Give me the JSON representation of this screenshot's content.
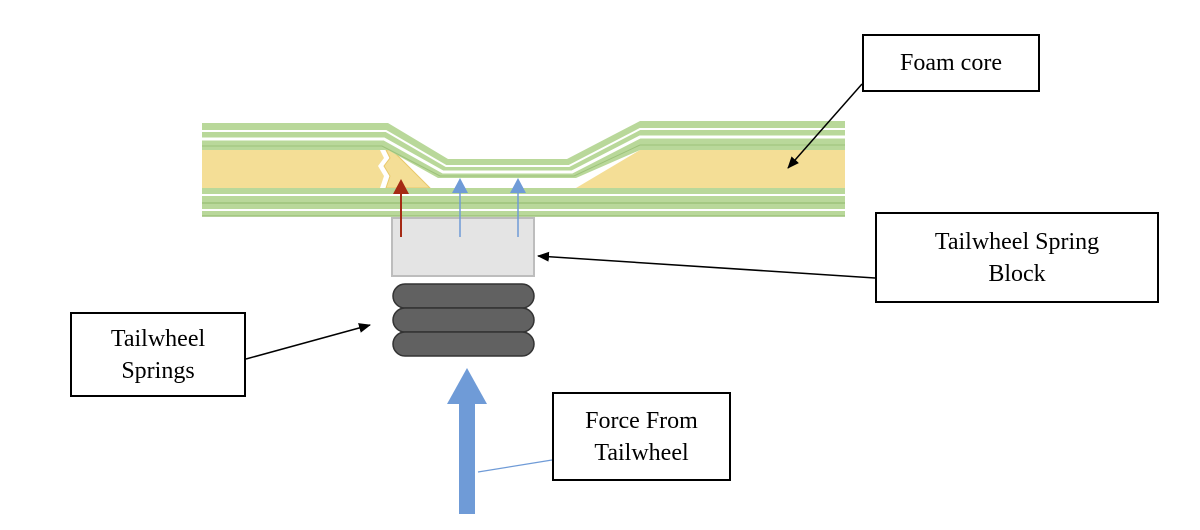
{
  "labels": {
    "foam_core": "Foam core",
    "spring_block_line1": "Tailwheel Spring",
    "spring_block_line2": "Block",
    "springs_line1": "Tailwheel",
    "springs_line2": "Springs",
    "force_line1": "Force From",
    "force_line2": "Tailwheel"
  },
  "colors": {
    "skin_green": "#b9d89a",
    "skin_green_dark": "#9dc27a",
    "foam_yellow": "#f4de96",
    "spring_block_fill": "#e4e4e4",
    "spring_fill": "#616161",
    "load_arrow_blue": "#6f9bd7",
    "failure_arrow_red": "#a52a14"
  }
}
